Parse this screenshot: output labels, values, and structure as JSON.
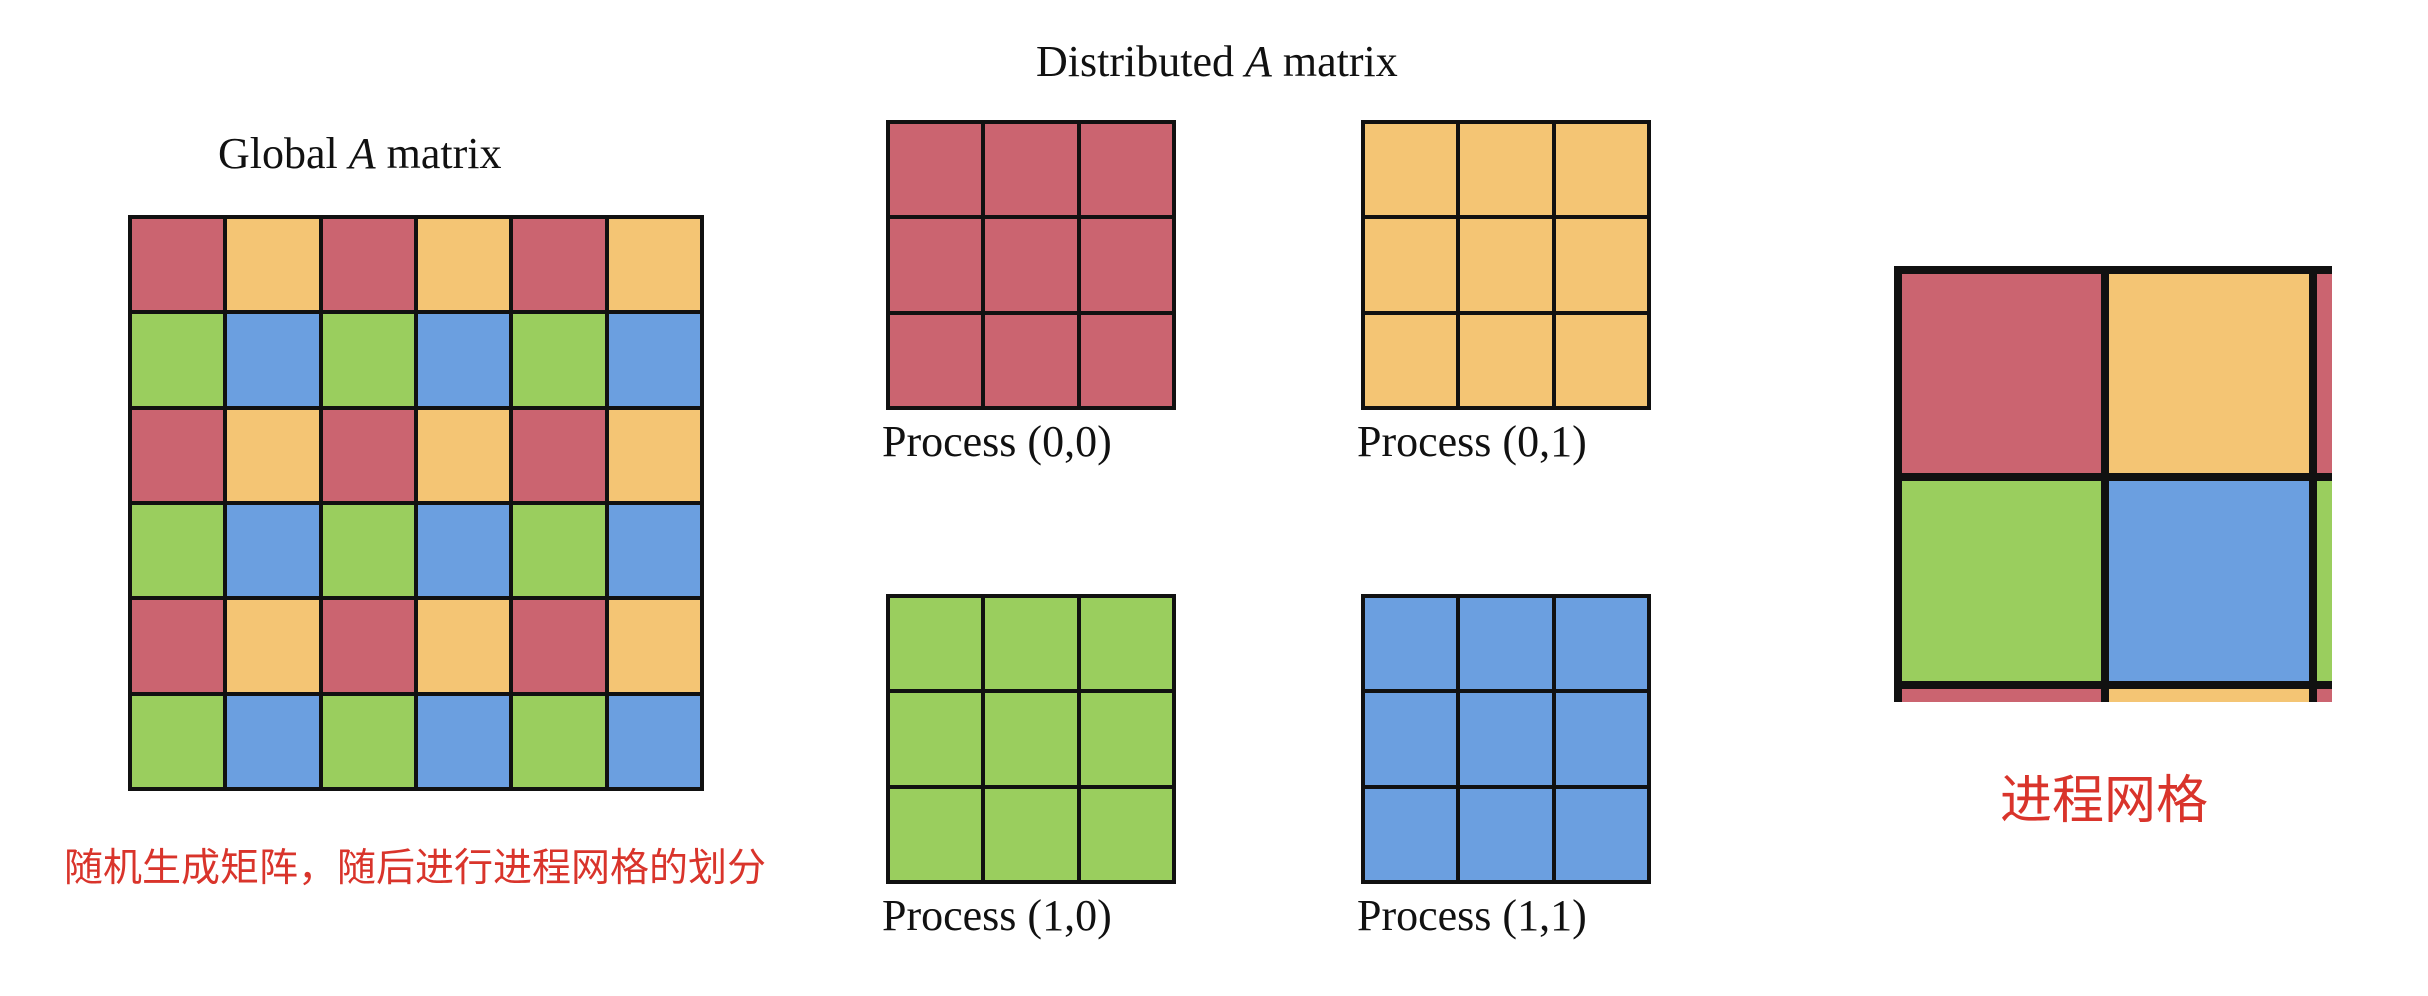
{
  "colors": {
    "red": "#cb6470",
    "orange": "#f4c574",
    "green": "#9ace5e",
    "blue": "#6b9fe0",
    "border": "#111111",
    "annotation": "#d9342b"
  },
  "global": {
    "title_prefix": "Global",
    "title_symbol": "A",
    "title_suffix": "matrix",
    "rows": [
      [
        "red",
        "orange",
        "red",
        "orange",
        "red",
        "orange"
      ],
      [
        "green",
        "blue",
        "green",
        "blue",
        "green",
        "blue"
      ],
      [
        "red",
        "orange",
        "red",
        "orange",
        "red",
        "orange"
      ],
      [
        "green",
        "blue",
        "green",
        "blue",
        "green",
        "blue"
      ],
      [
        "red",
        "orange",
        "red",
        "orange",
        "red",
        "orange"
      ],
      [
        "green",
        "blue",
        "green",
        "blue",
        "green",
        "blue"
      ]
    ]
  },
  "distributed": {
    "title_prefix": "Distributed",
    "title_symbol": "A",
    "title_suffix": "matrix",
    "processes": [
      {
        "label": "Process (0,0)",
        "color": "red"
      },
      {
        "label": "Process (0,1)",
        "color": "orange"
      },
      {
        "label": "Process (1,0)",
        "color": "green"
      },
      {
        "label": "Process (1,1)",
        "color": "blue"
      }
    ]
  },
  "process_grid": {
    "colors": [
      [
        "red",
        "orange",
        "red"
      ],
      [
        "green",
        "blue",
        "green"
      ],
      [
        "red",
        "orange",
        "red"
      ]
    ]
  },
  "annotations": {
    "left_note": "随机生成矩阵，随后进行进程网格的划分",
    "right_note": "进程网格"
  }
}
